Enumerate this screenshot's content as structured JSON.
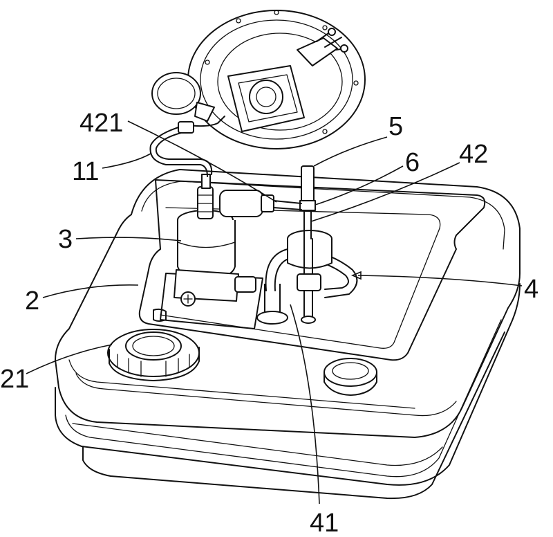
{
  "labels": {
    "l421": "421",
    "l5": "5",
    "l6": "6",
    "l42": "42",
    "l11": "11",
    "l3": "3",
    "l2": "2",
    "l4": "4",
    "l21": "21",
    "l41": "41"
  }
}
